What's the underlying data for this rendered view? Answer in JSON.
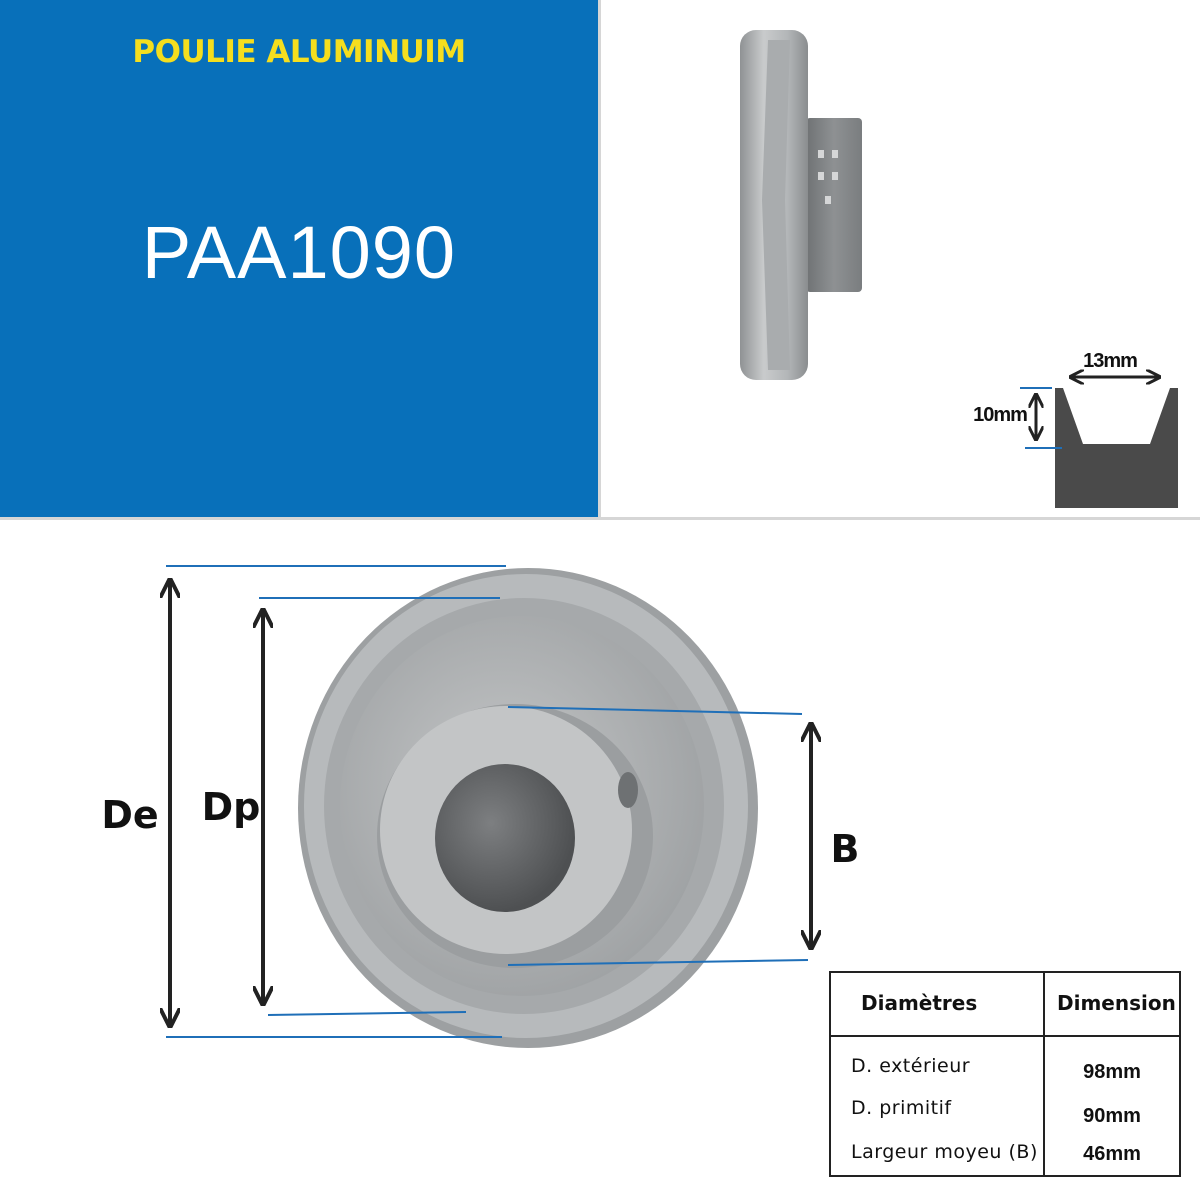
{
  "banner": {
    "subtitle": "POULIE ALUMINUIM",
    "product_code": "PAA1090"
  },
  "groove_profile": {
    "width_label": "13mm",
    "depth_label": "10mm"
  },
  "diagram_labels": {
    "external_diameter": "De",
    "pitch_diameter": "Dp",
    "hub_width": "B"
  },
  "colors": {
    "banner_blue": "#0870BA",
    "subtitle_yellow": "#F5DE1E",
    "dimension_line_blue": "#1F6FB8",
    "aluminium": "#B9BCBE"
  },
  "spec_table": {
    "headers": [
      "Diamètres",
      "Dimension"
    ],
    "rows": [
      {
        "label": "D. extérieur",
        "value": "98mm"
      },
      {
        "label": "D. primitif",
        "value": "90mm"
      },
      {
        "label": "Largeur moyeu (B)",
        "value": "46mm"
      }
    ]
  }
}
